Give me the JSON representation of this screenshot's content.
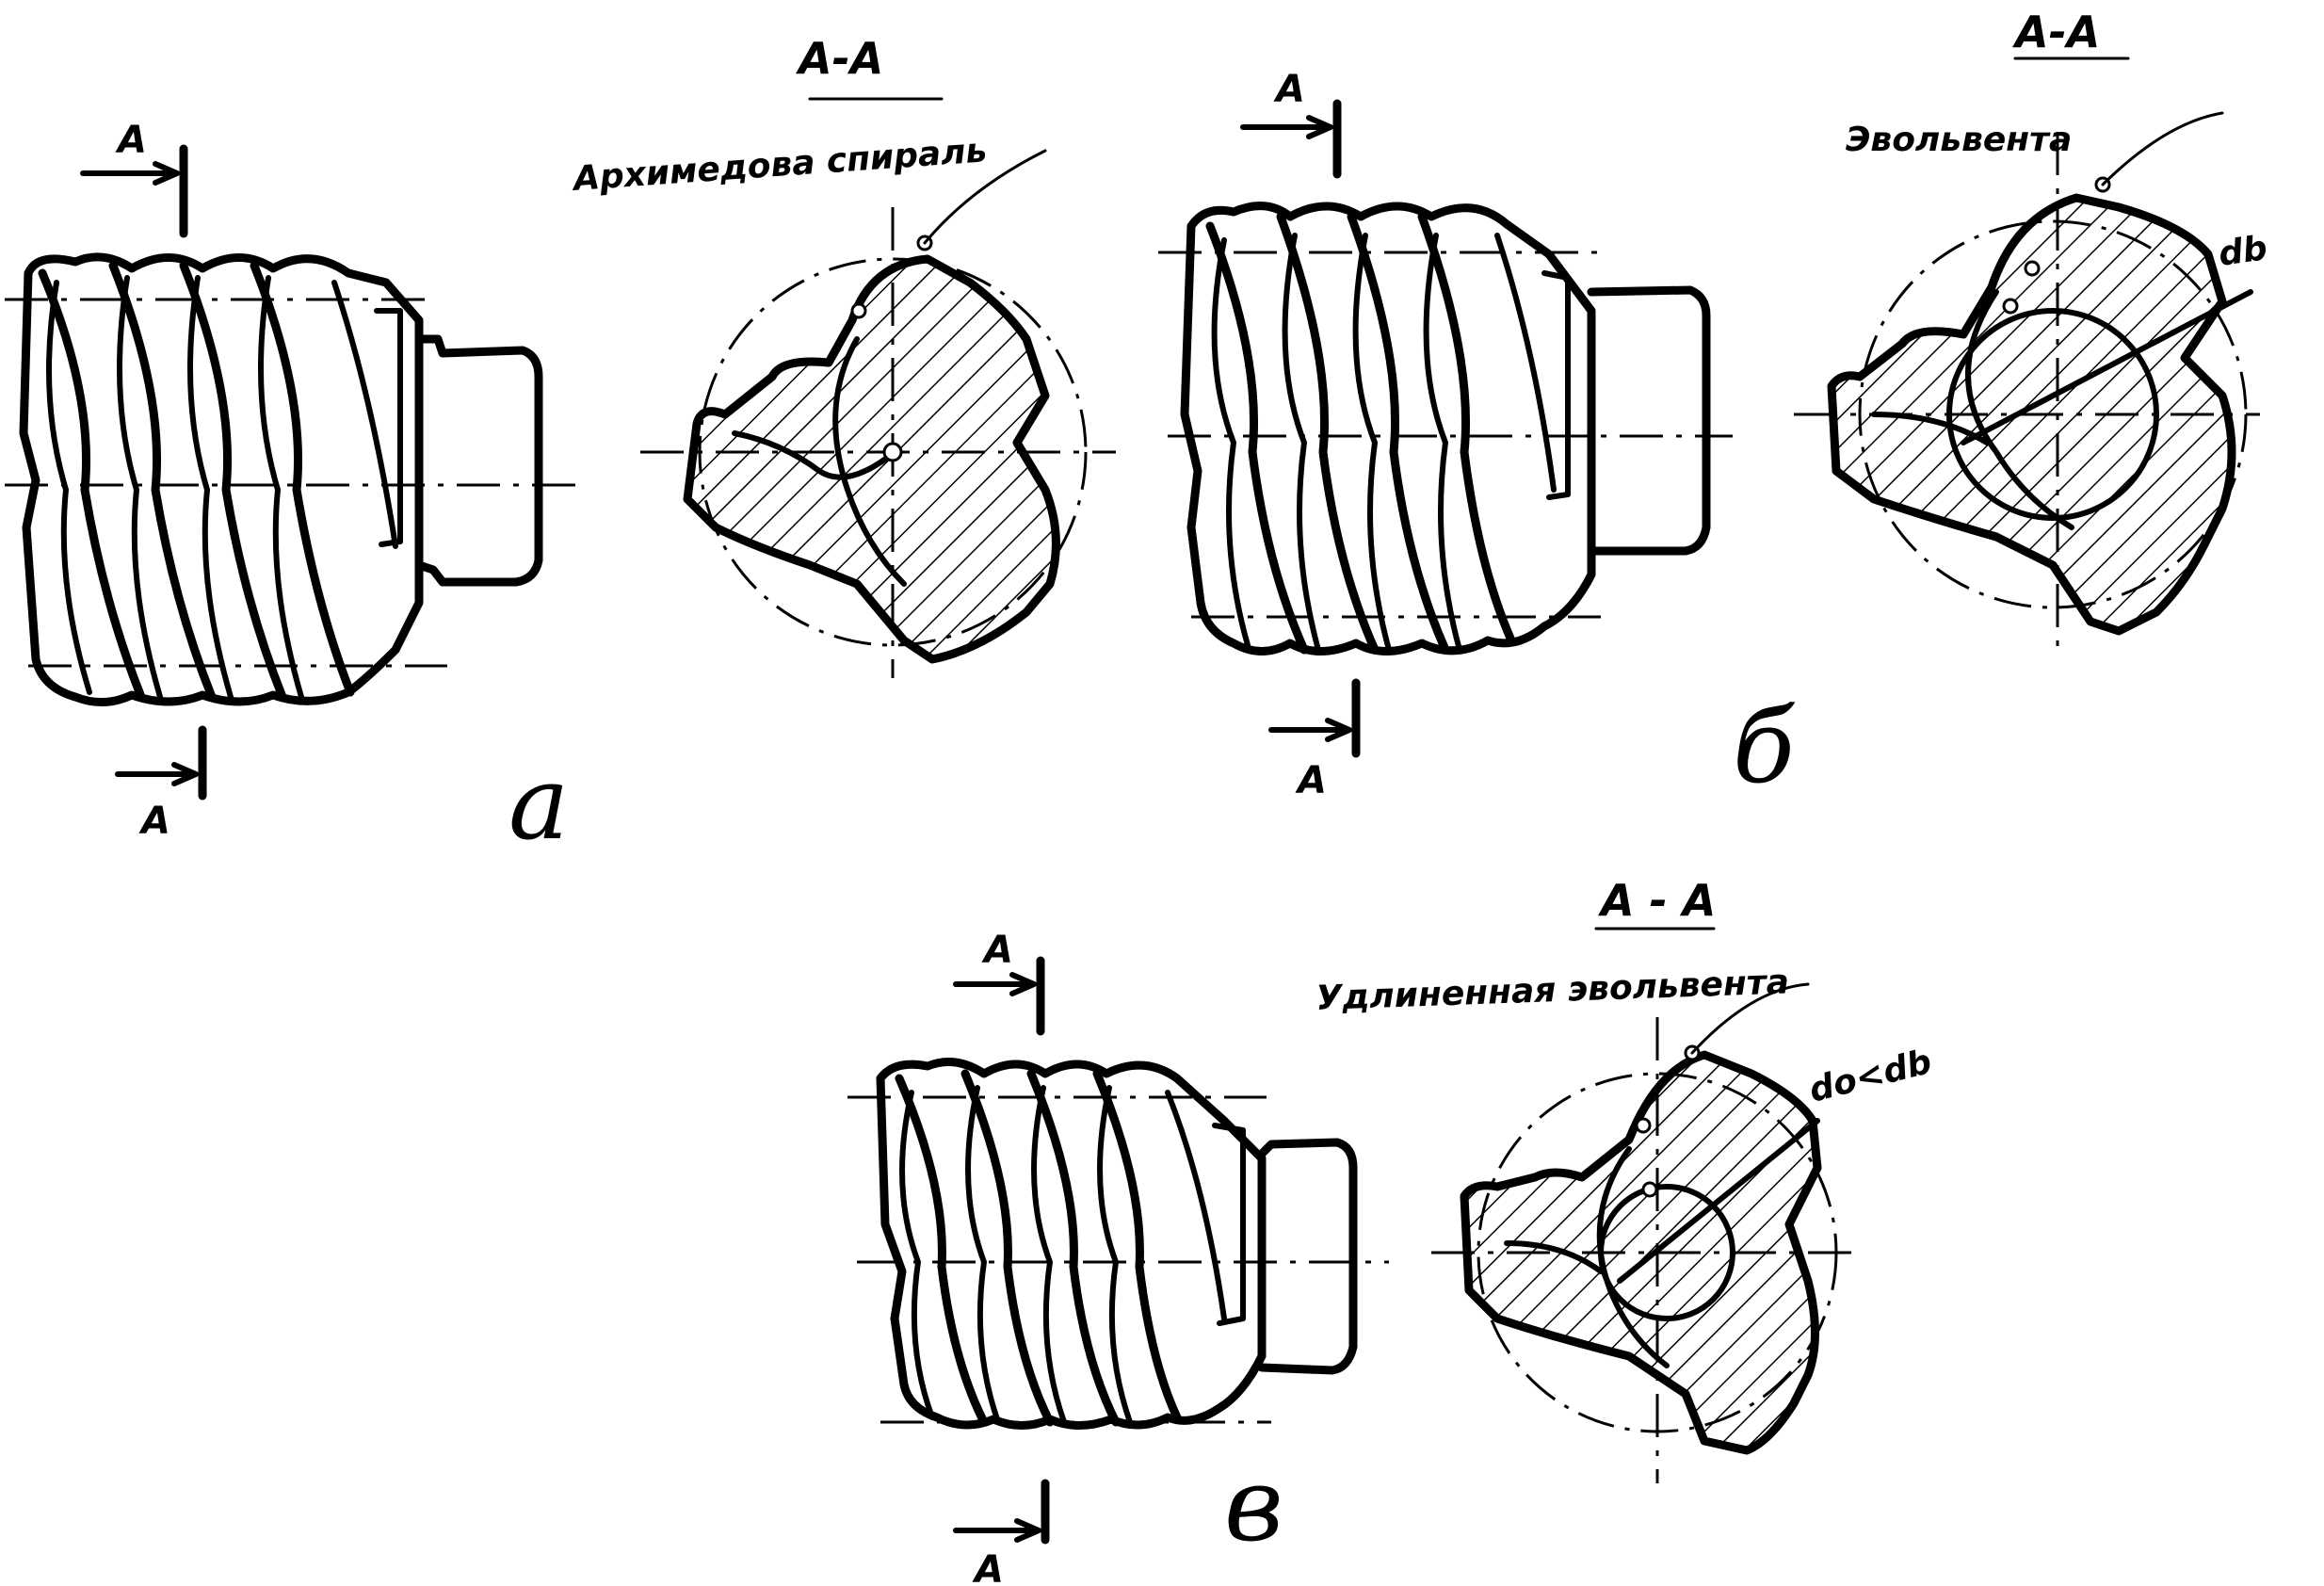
{
  "colors": {
    "ink": "#000000",
    "paper": "#ffffff"
  },
  "labels": {
    "cut": "A",
    "section": "A-A",
    "section_spaced": "A - A"
  },
  "figures": [
    {
      "letter": "a",
      "note": "Архимедова спираль"
    },
    {
      "letter": "б",
      "note": "Эвольвента",
      "dim": "db"
    },
    {
      "letter": "в",
      "note": "Удлиненная эвольвента",
      "dim": "do<db"
    }
  ]
}
